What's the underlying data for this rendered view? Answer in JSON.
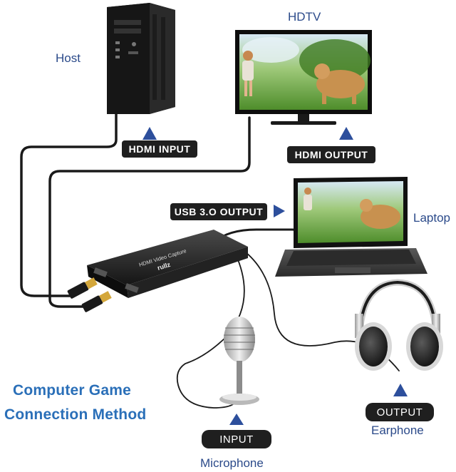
{
  "labels": {
    "host": "Host",
    "hdtv": "HDTV",
    "laptop": "Laptop",
    "earphone": "Earphone",
    "microphone": "Microphone"
  },
  "badges": {
    "hdmi_input": "HDMI  INPUT",
    "hdmi_output": "HDMI  OUTPUT",
    "usb_output": "USB 3.O OUTPUT",
    "audio_output": "OUTPUT",
    "audio_input": "INPUT"
  },
  "device_text": {
    "brand": "rullz",
    "model": "HDMI Video Capture"
  },
  "title": {
    "line1": "Computer Game",
    "line2": "Connection Method"
  },
  "colors": {
    "label_blue": "#2b4a8a",
    "title_blue": "#2a6fb8",
    "arrow_blue": "#2d4f9c",
    "badge_bg": "#1f1f1f"
  }
}
